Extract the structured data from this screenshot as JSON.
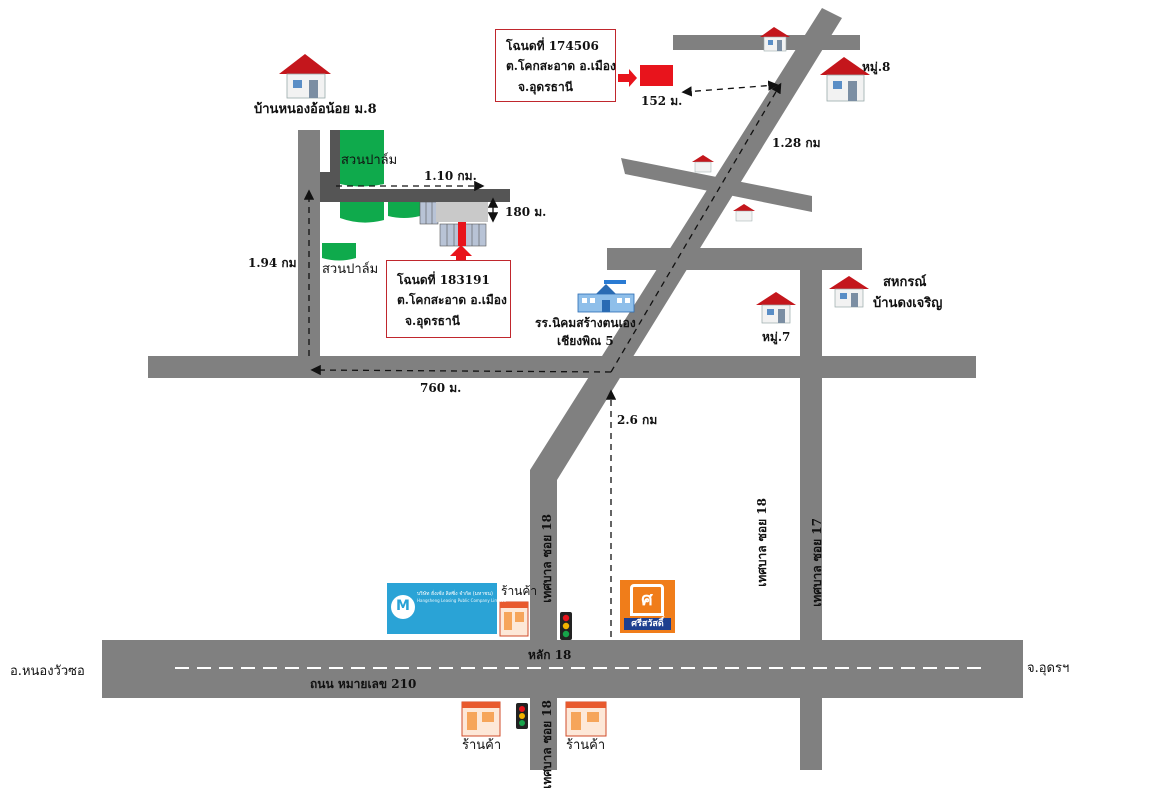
{
  "plots": {
    "north": {
      "line1": "โฉนดที่ 174506",
      "line2": "ต.โคกสะอาด อ.เมือง",
      "line3": "จ.อุดรธานี"
    },
    "west": {
      "line1": "โฉนดที่ 183191",
      "line2": "ต.โคกสะอาด  อ.เมือง",
      "line3": "จ.อุดรธานี"
    }
  },
  "places": {
    "village_nong_o_noi": "บ้านหนองอ้อน้อย ม.8",
    "palm_garden_1": "สวนปาล์ม",
    "palm_garden_2": "สวนปาล์ม",
    "moo8": "หมู่.8",
    "moo7": "หมู่.7",
    "cooperative": "สหกรณ์",
    "village_dong_charoen": "บ้านดงเจริญ",
    "school_line1": "รร.นิคมสร้างตนเอง",
    "school_line2": "เชียงพิณ 5",
    "shop_1": "ร้านค้า",
    "shop_2": "ร้านค้า",
    "shop_3": "ร้านค้า",
    "km18": "หลัก 18",
    "highway": "ถนน หมายเลข 210",
    "to_nong_wua_so": "อ.หนองวัวซอ",
    "to_udon": "จ.อุดรฯ",
    "soi18_west": "เทศบาล ซอย 18",
    "soi18_west_lower": "เทศบาล ซอย 18",
    "soi18_mid": "เทศบาล ซอย 18",
    "soi17": "เทศบาล ซอย 17"
  },
  "distances": {
    "d_1_10": "1.10 กม.",
    "d_180": "180 ม.",
    "d_1_94": "1.94 กม",
    "d_760": "760 ม.",
    "d_2_6": "2.6 กม",
    "d_152": "152 ม.",
    "d_1_28": "1.28 กม"
  },
  "logos": {
    "company_th": "บริษัท ฮั่งเซ้ง ลิสซิ่ง จำกัด (มหาชน)",
    "company_en": "Hangsheng Leasing Public Company Limited",
    "srisawad_letter": "ศ",
    "srisawad_name": "ศรีสวัสดิ์"
  },
  "colors": {
    "road": "#808080",
    "plot_marker": "#e8141c",
    "palm": "#0faa4c",
    "box_border": "#c0272d"
  }
}
